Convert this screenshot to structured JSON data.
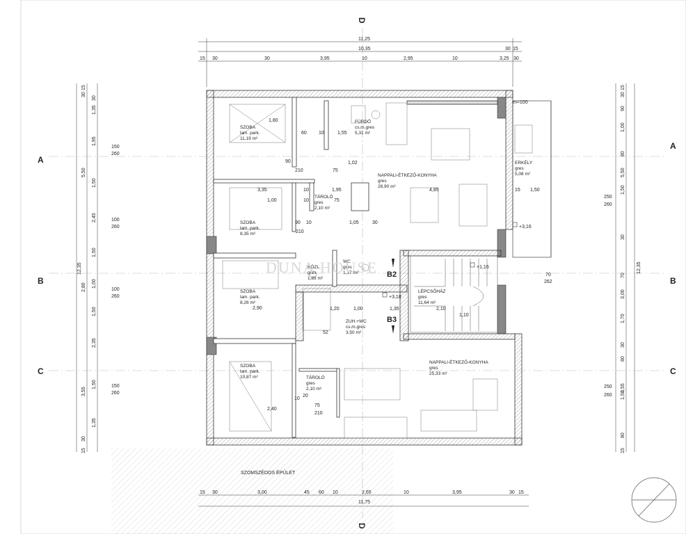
{
  "title_marks": {
    "top": "D",
    "bottom": "D"
  },
  "axes": {
    "a": "A",
    "b": "B",
    "c": "C"
  },
  "top_dims": {
    "overall": "11,25",
    "inner": "10,35",
    "row": [
      "15",
      "30",
      "30",
      "3,95",
      "10",
      "2,95",
      "10",
      "3,25",
      "30",
      "30",
      "15"
    ]
  },
  "bottom_dims": {
    "overall": "11,75",
    "row": [
      "15",
      "30",
      "3,00",
      "45",
      "60",
      "10",
      "2,65",
      "10",
      "3,95",
      "30",
      "15"
    ]
  },
  "left_dims": {
    "overall": "12,35",
    "col1": [
      "15",
      "30",
      "5,50",
      "2,80",
      "3,55",
      "30",
      "15"
    ],
    "col2": [
      "30",
      "1,35",
      "1,95",
      "1,50",
      "2,45",
      "1,50",
      "1,00",
      "1,50",
      "2,35",
      "1,50",
      "1,35"
    ],
    "openings": [
      "150",
      "260",
      "100",
      "260",
      "100",
      "260",
      "150",
      "260"
    ]
  },
  "right_dims": {
    "overall": "12,35",
    "col": [
      "15",
      "30",
      "90",
      "1,00",
      "80",
      "5,50",
      "1,50",
      "30",
      "70",
      "3,00",
      "1,70",
      "30",
      "80",
      "3,55",
      "1,50",
      "80",
      "15"
    ],
    "extra": [
      "250",
      "260",
      "70",
      "262",
      "250",
      "260"
    ]
  },
  "rooms": {
    "szoba1": {
      "name": "SZOBA",
      "floor": "lam. park.",
      "area": "11,19 m²"
    },
    "furdo": {
      "name": "FÜRDŐ",
      "floor": "cs.m.gres",
      "area": "5,31 m²"
    },
    "nappali1": {
      "name": "NAPPALI-ÉTKEZŐ-KONYHA",
      "floor": "gres",
      "area": "28,90 m²"
    },
    "erkely": {
      "name": "ERKÉLY",
      "floor": "gres",
      "area": "5,08 m²"
    },
    "tarolo1": {
      "name": "TÁROLÓ",
      "floor": "gres",
      "area": "2,10 m²"
    },
    "szoba2": {
      "name": "SZOBA",
      "floor": "lam. park.",
      "area": "8,35 m²"
    },
    "kozl": {
      "name": "KÖZL.",
      "floor": "gres",
      "area": "1,85 m²"
    },
    "wc": {
      "name": "WC",
      "floor": "gres",
      "area": "1,17 m²"
    },
    "lepcsohaz": {
      "name": "LÉPCSŐHÁZ",
      "floor": "gres",
      "area": "11,64 m²"
    },
    "szoba3": {
      "name": "SZOBA",
      "floor": "lam. park.",
      "area": "8,26 m²"
    },
    "zuh": {
      "name": "ZUH.+WC",
      "floor": "cs.m.gres",
      "area": "3,50 m²"
    },
    "szoba4": {
      "name": "SZOBA",
      "floor": "lam. park.",
      "area": "10,87 m²"
    },
    "tarolo2": {
      "name": "TÁROLÓ",
      "floor": "gres",
      "area": "2,10 m²"
    },
    "nappali2": {
      "name": "NAPPALI-ÉTKEZŐ-KONYHA",
      "floor": "gres",
      "area": "25,33 m²"
    }
  },
  "apartments": {
    "b2": "B2",
    "b3": "B3"
  },
  "levels": {
    "l1": "+3,16",
    "l2": "+1,16",
    "l3": "+3,18"
  },
  "neighbor": "SZOMSZÉDOS ÉPÜLET",
  "watermark": "DUNA HOUSE",
  "inner_dims": [
    "1,80",
    "60",
    "10",
    "1,55",
    "90",
    "210",
    "75",
    "1,02",
    "4,85",
    "15",
    "1,50",
    "3,35",
    "10",
    "1,95",
    "1,00",
    "10",
    "75",
    "90",
    "10",
    "1,05",
    "30",
    "210",
    "2,90",
    "1,20",
    "1,00",
    "1,35",
    "2,10",
    "1,10",
    "2,40",
    "10",
    "20",
    "75",
    "210",
    "52",
    "m=100"
  ]
}
